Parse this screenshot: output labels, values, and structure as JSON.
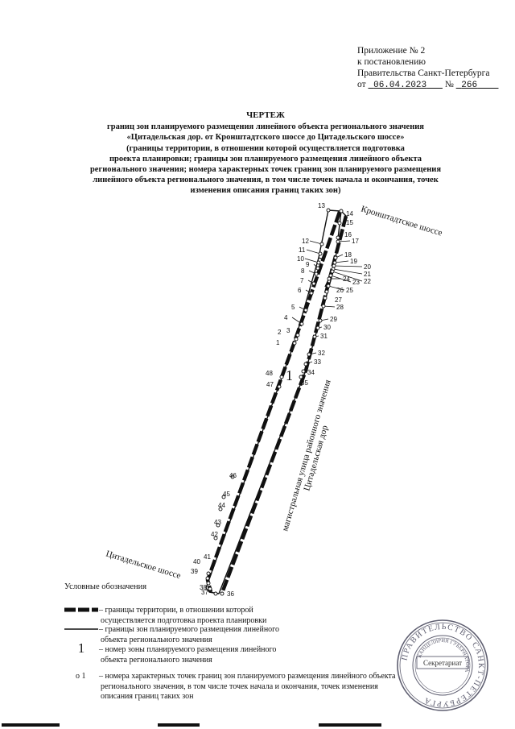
{
  "annex": {
    "line1": "Приложение № 2",
    "line2": "к постановлению",
    "line3": "Правительства Санкт-Петербурга",
    "date_prefix": "от",
    "date": "06.04.2023",
    "number_prefix": "№",
    "number": "266"
  },
  "title": {
    "heading": "ЧЕРТЕЖ",
    "line1": "границ зон планируемого размещения линейного объекта регионального значения",
    "line2": "«Цитадельская дор. от Кронштадтского шоссе до Цитадельского шоссе»",
    "line3": "(границы территории, в отношении которой осуществляется подготовка",
    "line4": "проекта планировки; границы зон  планируемого размещения линейного объекта",
    "line5": "регионального значения; номера характерных точек границ зон планируемого размещения",
    "line6": "линейного объекта регионального значения, в том числе точек начала и окончания, точек",
    "line7": "изменения описания границ таких зон)"
  },
  "map": {
    "road_label_top": "Кронштадтское шоссе",
    "road_label_bottom": "Цитадельское шоссе",
    "road_label_main_1": "Цитадельская дор",
    "road_label_main_2": "магистральная улица районного значения",
    "zone_number": "1",
    "points": [
      "1",
      "2",
      "3",
      "4",
      "5",
      "6",
      "7",
      "8",
      "9",
      "10",
      "11",
      "12",
      "13",
      "14",
      "15",
      "16",
      "17",
      "18",
      "19",
      "20",
      "21",
      "22",
      "23",
      "24",
      "25",
      "26",
      "27",
      "28",
      "29",
      "30",
      "31",
      "32",
      "33",
      "34",
      "35",
      "36",
      "37",
      "38",
      "39",
      "40",
      "41",
      "42",
      "43",
      "44",
      "45",
      "46",
      "47",
      "48"
    ]
  },
  "legend": {
    "heading": "Условные обозначения",
    "item1_line1": "– границы территории, в отношении которой",
    "item1_line2": "осуществляется подготовка проекта планировки",
    "item2_line1": "– границы зон планируемого размещения линейного",
    "item2_line2": "объекта регионального значения",
    "item3_symbol": "1",
    "item3_line1": "– номер зоны планируемого размещения линейного",
    "item3_line2": "объекта регионального значения",
    "item4_symbol": "о 1",
    "item4_line1": "– номера характерных точек границ зон планируемого размещения линейного объекта",
    "item4_line2": "регионального значения, в том числе точек начала и окончания, точек изменения",
    "item4_line3": "описания границ таких зон"
  },
  "stamp": {
    "outer_text": "ПРАВИТЕЛЬСТВО САНКТ-ПЕТЕРБУРГА",
    "inner_text": "КАНЦЕЛЯРИЯ ГУБЕРНАТОРА",
    "center_text": "Секретариат"
  },
  "colors": {
    "ink": "#111111",
    "stamp": "#6a6a7a"
  }
}
